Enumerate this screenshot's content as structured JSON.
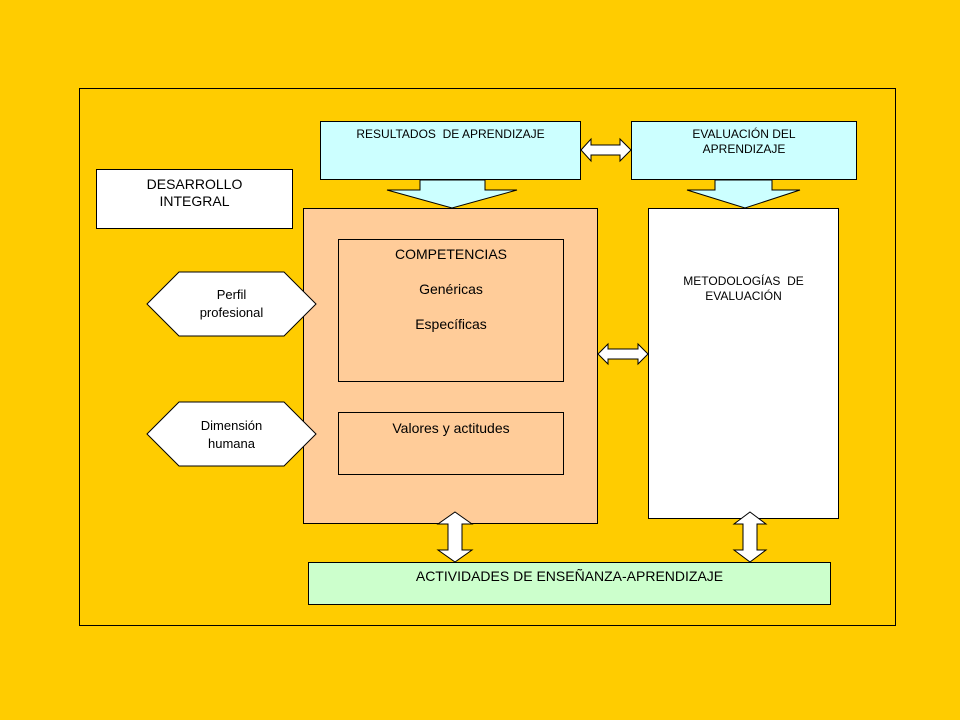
{
  "boxes": {
    "resultados": "RESULTADOS  DE APRENDIZAJE",
    "evaluacion_line1": "EVALUACIÓN DEL",
    "evaluacion_line2": "APRENDIZAJE",
    "desarrollo_line1": "DESARROLLO",
    "desarrollo_line2": "INTEGRAL",
    "competencias_title": "COMPETENCIAS",
    "competencias_item1": "Genéricas",
    "competencias_item2": "Específicas",
    "valores": "Valores y actitudes",
    "metodologias_line1": "METODOLOGÍAS  DE",
    "metodologias_line2": "EVALUACIÓN",
    "actividades": "ACTIVIDADES DE ENSEÑANZA-APRENDIZAJE"
  },
  "hexagons": {
    "perfil_line1": "Perfil",
    "perfil_line2": "profesional",
    "dimension_line1": "Dimensión",
    "dimension_line2": "humana"
  },
  "colors": {
    "background": "#FFCC00",
    "cyan_box": "#CCFFFF",
    "peach_box": "#FFCC99",
    "green_box": "#CCFFCC",
    "white_box": "#FFFFFF"
  }
}
